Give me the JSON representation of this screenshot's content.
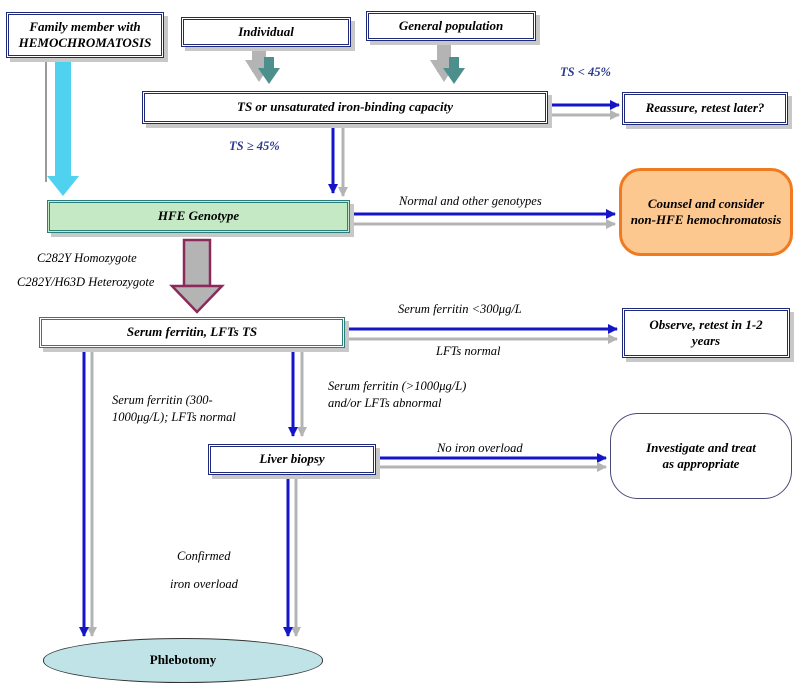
{
  "nodes": {
    "family": [
      "Family member with",
      "HEMOCHROMATOSIS"
    ],
    "individual": "Individual",
    "general": "General population",
    "ts": "TS or unsaturated iron-binding capacity",
    "reassure": "Reassure, retest later?",
    "hfe": "HFE Genotype",
    "counsel": [
      "Counsel and consider",
      "non-HFE hemochromatosis"
    ],
    "ferritin": "Serum ferritin, LFTs TS",
    "observe": [
      "Observe, retest in 1-2",
      "years"
    ],
    "biopsy": "Liver biopsy",
    "investigate": [
      "Investigate and treat",
      "as appropriate"
    ],
    "phlebotomy": "Phlebotomy"
  },
  "labels": {
    "ts_low": "TS < 45%",
    "ts_high": "TS ≥ 45%",
    "normal_genotypes": "Normal and other genotypes",
    "homozygote": "C282Y Homozygote",
    "heterozygote": "C282Y/H63D Heterozygote",
    "ferritin_low": "Serum ferritin <300μg/L",
    "lfts_normal": "LFTs normal",
    "ferritin_mid": [
      "Serum ferritin (300-",
      "1000μg/L); LFTs normal"
    ],
    "ferritin_high": [
      "Serum ferritin (>1000μg/L)",
      "and/or LFTs abnormal"
    ],
    "no_overload": "No iron overload",
    "confirmed": "Confirmed",
    "iron_overload": "iron overload"
  },
  "colors": {
    "arrow_blue": "#1414c8",
    "arrow_gray": "#b4b4b4",
    "cyan": "#4fd2f0",
    "maroon": "#8b2a5a",
    "hfe_fill": "#c5e8c5",
    "counsel_fill": "#fcc890",
    "counsel_border": "#f07a20",
    "phlebotomy_fill": "#bfe3e6",
    "label_blue": "#2b3a8f"
  }
}
